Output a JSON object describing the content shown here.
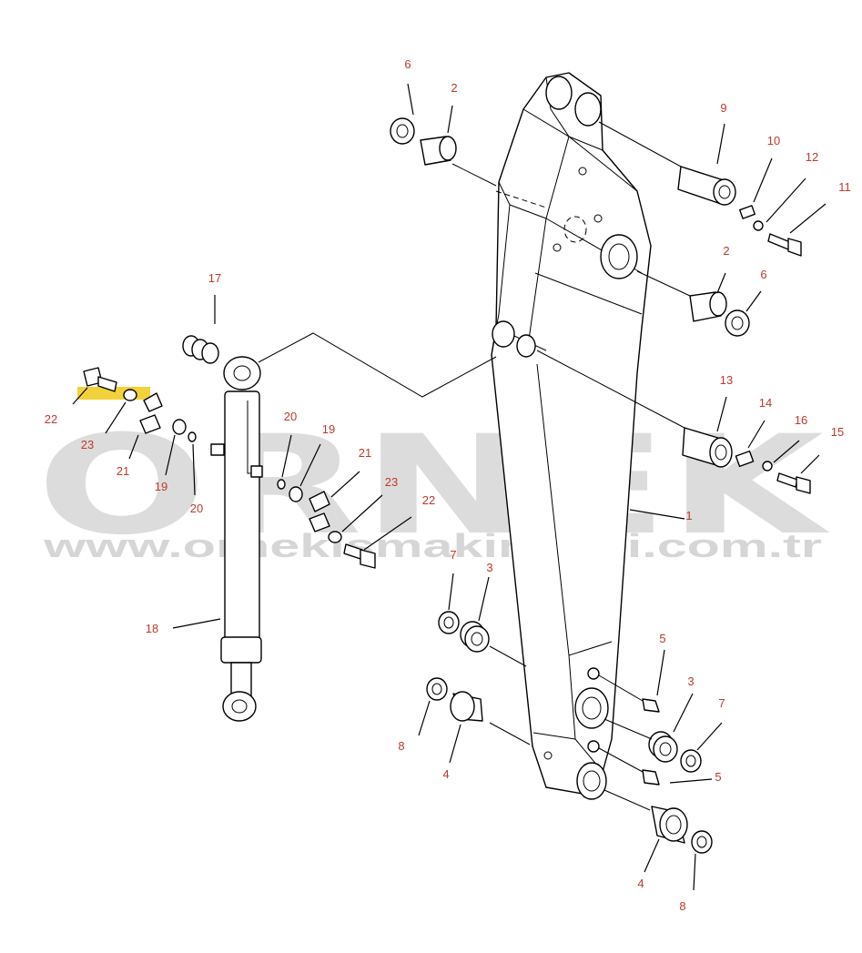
{
  "watermark": {
    "brand": "ORNEK",
    "url": "www.ornekismakinalari.com.tr",
    "accent_color": "#f2d23a",
    "text_color": "#dcdcdc"
  },
  "callout_color": "#c0392b",
  "callouts": [
    {
      "id": "c6a",
      "text": "6"
    },
    {
      "id": "c2a",
      "text": "2"
    },
    {
      "id": "c9",
      "text": "9"
    },
    {
      "id": "c10",
      "text": "10"
    },
    {
      "id": "c12",
      "text": "12"
    },
    {
      "id": "c11",
      "text": "11"
    },
    {
      "id": "c2b",
      "text": "2"
    },
    {
      "id": "c6b",
      "text": "6"
    },
    {
      "id": "c17",
      "text": "17"
    },
    {
      "id": "c13",
      "text": "13"
    },
    {
      "id": "c14",
      "text": "14"
    },
    {
      "id": "c16",
      "text": "16"
    },
    {
      "id": "c15",
      "text": "15"
    },
    {
      "id": "c22a",
      "text": "22"
    },
    {
      "id": "c23a",
      "text": "23"
    },
    {
      "id": "c21a",
      "text": "21"
    },
    {
      "id": "c19a",
      "text": "19"
    },
    {
      "id": "c20a",
      "text": "20"
    },
    {
      "id": "c20b",
      "text": "20"
    },
    {
      "id": "c19b",
      "text": "19"
    },
    {
      "id": "c21b",
      "text": "21"
    },
    {
      "id": "c23b",
      "text": "23"
    },
    {
      "id": "c22b",
      "text": "22"
    },
    {
      "id": "c1",
      "text": "1"
    },
    {
      "id": "c7a",
      "text": "7"
    },
    {
      "id": "c3a",
      "text": "3"
    },
    {
      "id": "c18",
      "text": "18"
    },
    {
      "id": "c5a",
      "text": "5"
    },
    {
      "id": "c3b",
      "text": "3"
    },
    {
      "id": "c7b",
      "text": "7"
    },
    {
      "id": "c8a",
      "text": "8"
    },
    {
      "id": "c4a",
      "text": "4"
    },
    {
      "id": "c5b",
      "text": "5"
    },
    {
      "id": "c4b",
      "text": "4"
    },
    {
      "id": "c8b",
      "text": "8"
    }
  ]
}
